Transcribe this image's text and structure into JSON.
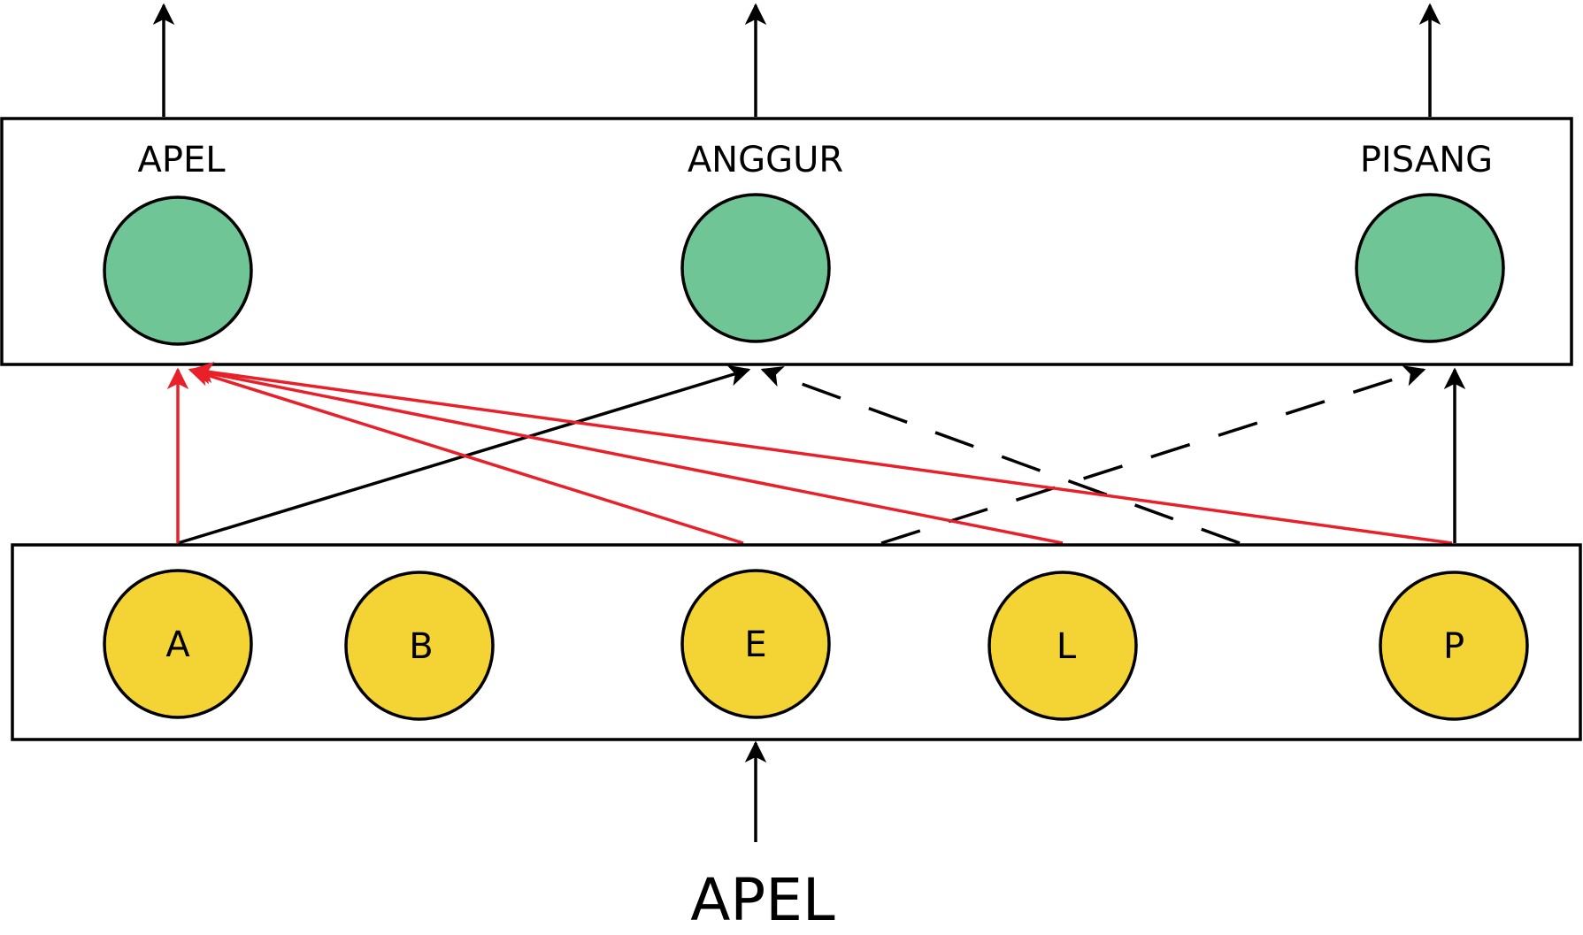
{
  "input_word": "APEL",
  "word_nodes": [
    {
      "id": "apel",
      "label": "APEL"
    },
    {
      "id": "anggur",
      "label": "ANGGUR"
    },
    {
      "id": "pisang",
      "label": "PISANG"
    }
  ],
  "letter_nodes": [
    {
      "id": "a",
      "label": "A"
    },
    {
      "id": "b",
      "label": "B"
    },
    {
      "id": "e",
      "label": "E"
    },
    {
      "id": "l",
      "label": "L"
    },
    {
      "id": "p",
      "label": "P"
    }
  ],
  "connections": [
    {
      "from": "a",
      "to": "apel",
      "style": "excitatory"
    },
    {
      "from": "e",
      "to": "apel",
      "style": "excitatory"
    },
    {
      "from": "l",
      "to": "apel",
      "style": "excitatory"
    },
    {
      "from": "p",
      "to": "apel",
      "style": "excitatory"
    },
    {
      "from": "a",
      "to": "anggur",
      "style": "solid"
    },
    {
      "from": "l",
      "to": "anggur",
      "style": "dashed"
    },
    {
      "from": "e",
      "to": "pisang",
      "style": "dashed"
    },
    {
      "from": "p",
      "to": "pisang",
      "style": "solid"
    }
  ],
  "colors": {
    "word_node_fill": "#70c597",
    "letter_node_fill": "#f4d434",
    "excitatory_edge": "#e8202a",
    "stroke": "#000000"
  }
}
